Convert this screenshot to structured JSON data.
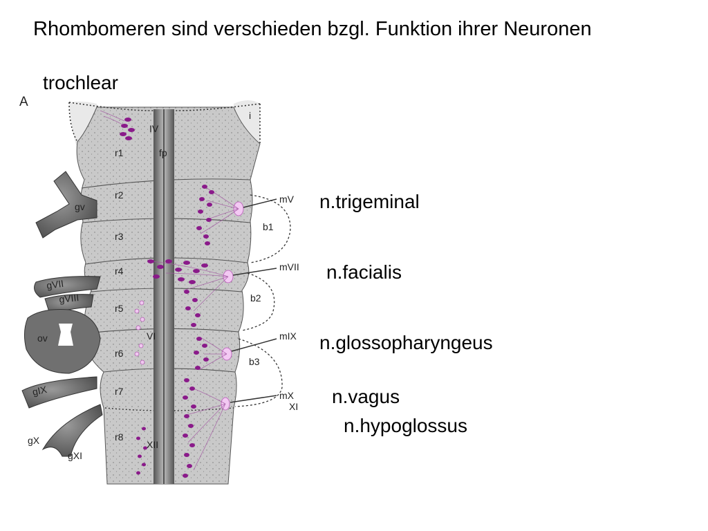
{
  "title": "Rhombomeren sind verschieden bzgl. Funktion ihrer Neuronen",
  "labels": {
    "trochlear": "trochlear",
    "trigeminal": "n.trigeminal",
    "facialis": "n.facialis",
    "glossopharyngeus": "n.glossopharyngeus",
    "vagus": "n.vagus",
    "hypoglossus": "n.hypoglossus"
  },
  "figure": {
    "panel": "A",
    "rhombomeres": [
      "r1",
      "r2",
      "r3",
      "r4",
      "r5",
      "r6",
      "r7",
      "r8"
    ],
    "floor_plate": "fp",
    "nuclei": [
      "IV",
      "VI",
      "XII"
    ],
    "motor_nerves": [
      "mV",
      "mVII",
      "mIX",
      "mX",
      "XI"
    ],
    "branchial_arches": [
      "b1",
      "b2",
      "b3"
    ],
    "ganglia": [
      "gv",
      "gVII",
      "gVIII",
      "ov",
      "gIX",
      "gX",
      "gXI"
    ],
    "isthmus": "i"
  },
  "colors": {
    "neuron": "#8a1a8a",
    "axon": "#a35aa3",
    "tissue": "#c6c6c6",
    "ganglion": "#6a6a6a"
  }
}
